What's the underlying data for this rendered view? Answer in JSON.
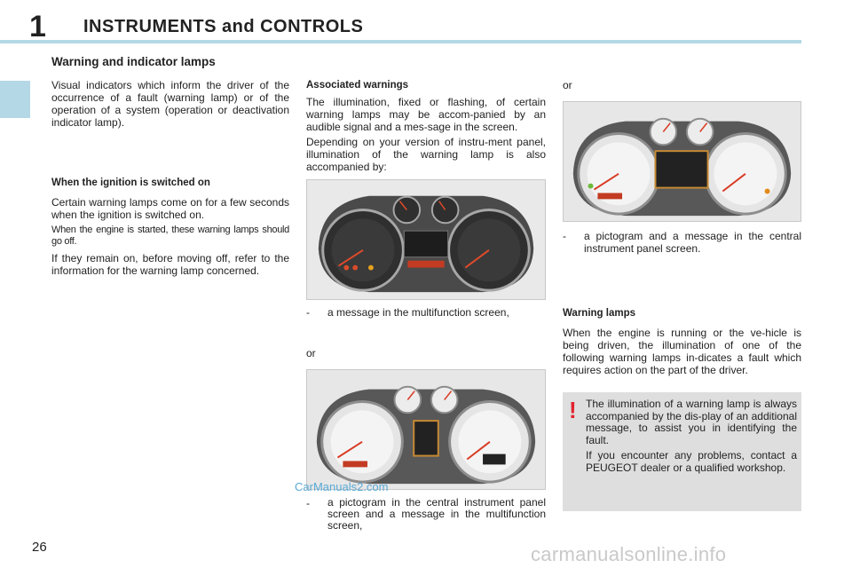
{
  "header": {
    "chapter_number": "1",
    "chapter_title": "INSTRUMENTS and CONTROLS"
  },
  "section": {
    "title": "Warning and indicator lamps",
    "intro": "Visual indicators which inform the driver of the occurrence of a fault (warning lamp) or of the operation of a system (operation or deactivation indicator lamp)."
  },
  "ignition": {
    "heading": "When the ignition is switched on",
    "p1": "Certain warning lamps come on for a few seconds when the ignition is switched on.",
    "p2": "When the engine is started, these warning lamps should go off.",
    "p3": "If they remain on, before moving off, refer to the information for the warning lamp concerned."
  },
  "associated": {
    "heading": "Associated warnings",
    "p1": "The illumination, fixed or flashing, of certain warning lamps may be accom-panied by an audible signal and a mes-sage in the screen.",
    "p2": "Depending on your version of instru-ment panel, illumination of the warning lamp is also accompanied by:",
    "dash_symbol": "-",
    "item1": "a message in the multifunction screen,",
    "or1": "or",
    "item2": "a pictogram in the central instrument panel screen and a message in the multifunction screen,",
    "or2": "or",
    "item3": "a pictogram and a message in the central instrument panel screen."
  },
  "warning_lamps": {
    "heading": "Warning lamps",
    "p1": "When the engine is running or the ve-hicle is being driven, the illumination of one of the following warning lamps in-dicates a fault which requires action on the part of the driver."
  },
  "note": {
    "icon": "exclamation-icon",
    "symbol": "!",
    "p1": "The illumination of a warning lamp is always accompanied by the dis-play of an additional message, to assist you in identifying the fault.",
    "p2": "If you encounter any problems, contact a PEUGEOT dealer or a qualified workshop."
  },
  "footer": {
    "page_number": "26",
    "watermark_small": "CarManuals2.com",
    "watermark_large": "carmanualsonline.info"
  },
  "colors": {
    "accent": "#b4d8e6",
    "warning_mark": "#e2222d",
    "note_background": "#dedede",
    "watermark_small": "#5aa9d6"
  }
}
